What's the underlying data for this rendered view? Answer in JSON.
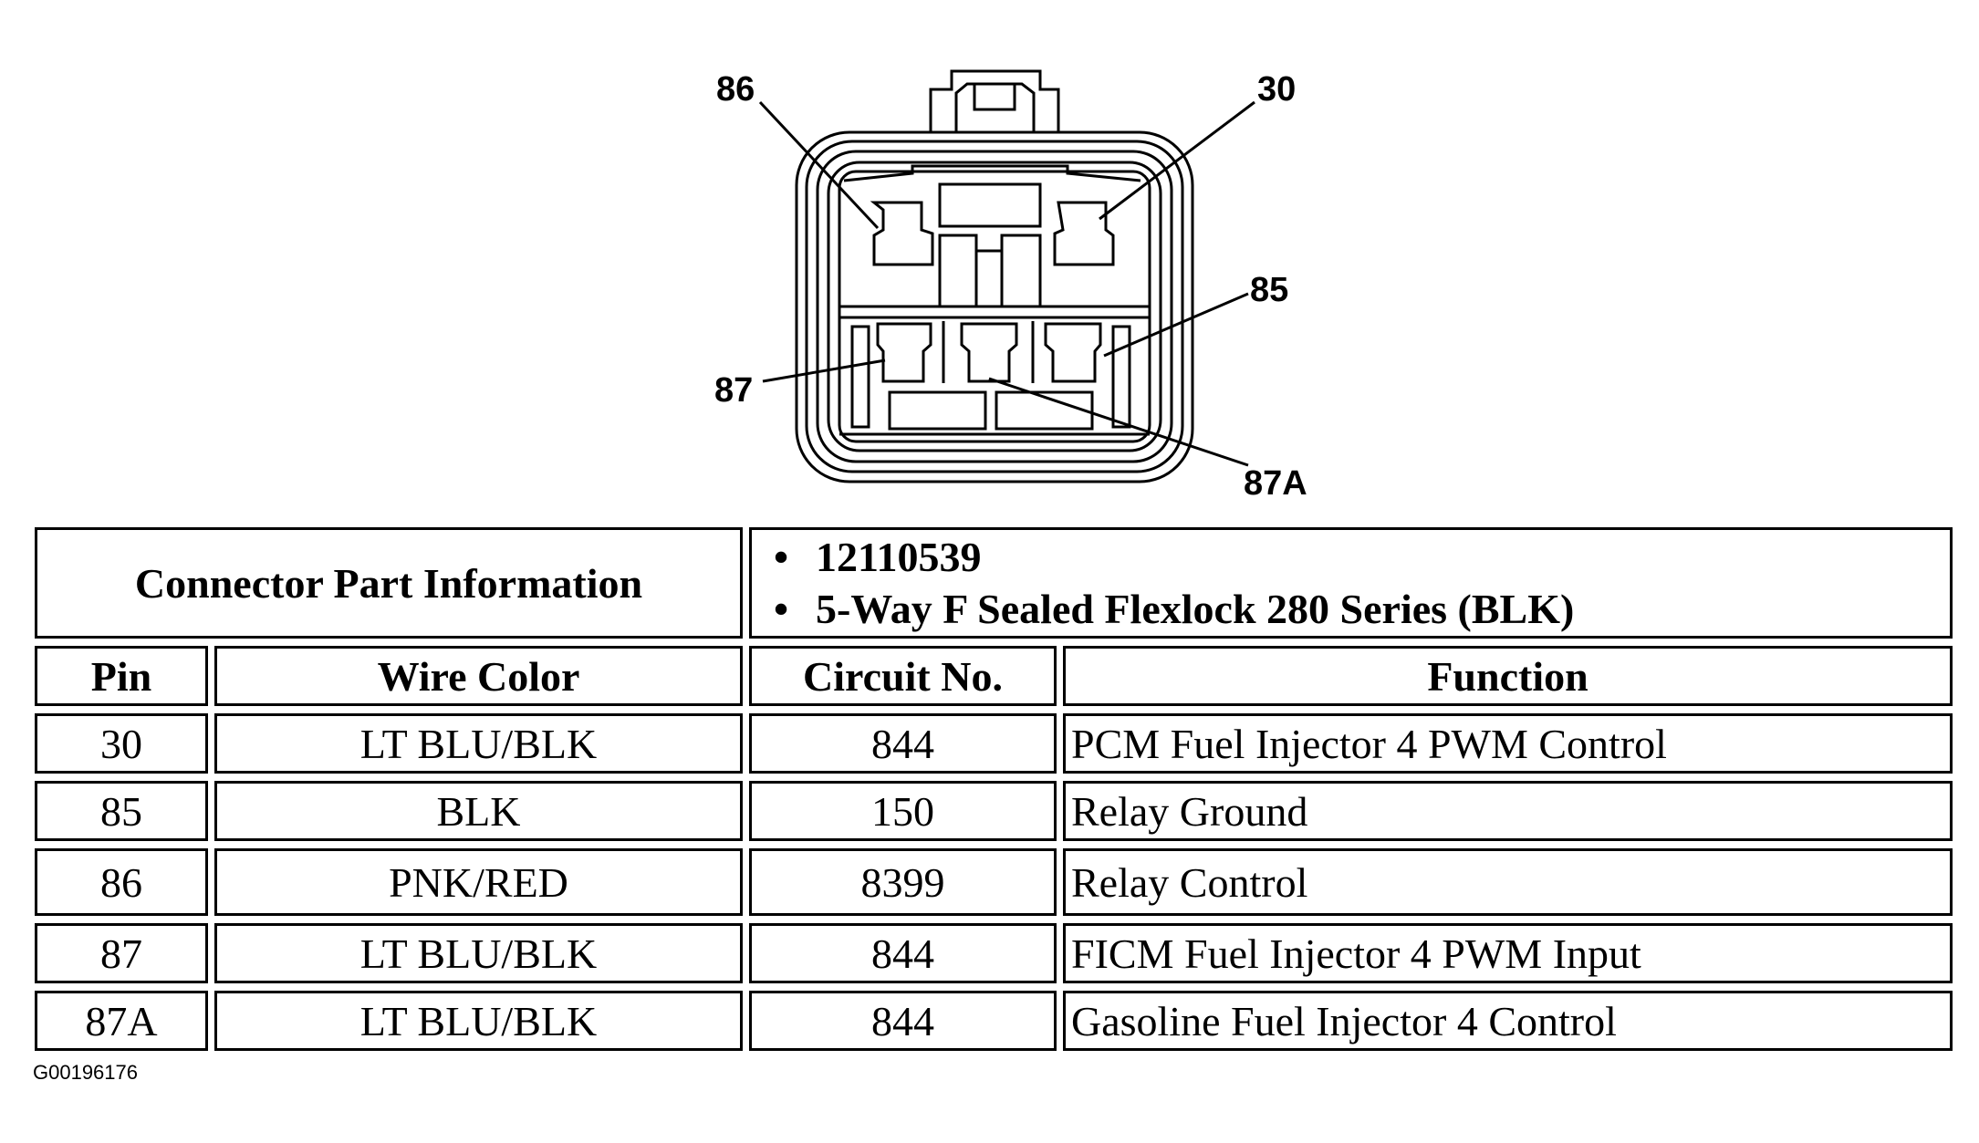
{
  "connector_pins": [
    "86",
    "30",
    "85",
    "87",
    "87A"
  ],
  "connector_info": {
    "header": "Connector Part Information",
    "items": [
      "12110539",
      "5-Way F Sealed Flexlock 280 Series (BLK)"
    ]
  },
  "table": {
    "columns": [
      "Pin",
      "Wire Color",
      "Circuit No.",
      "Function"
    ],
    "rows": [
      [
        "30",
        "LT BLU/BLK",
        "844",
        "PCM Fuel Injector 4 PWM Control"
      ],
      [
        "85",
        "BLK",
        "150",
        "Relay Ground"
      ],
      [
        "86",
        "PNK/RED",
        "8399",
        "Relay Control"
      ],
      [
        "87",
        "LT BLU/BLK",
        "844",
        "FICM Fuel Injector 4 PWM Input"
      ],
      [
        "87A",
        "LT BLU/BLK",
        "844",
        "Gasoline Fuel Injector 4 Control"
      ]
    ]
  },
  "figure_id": "G00196176"
}
